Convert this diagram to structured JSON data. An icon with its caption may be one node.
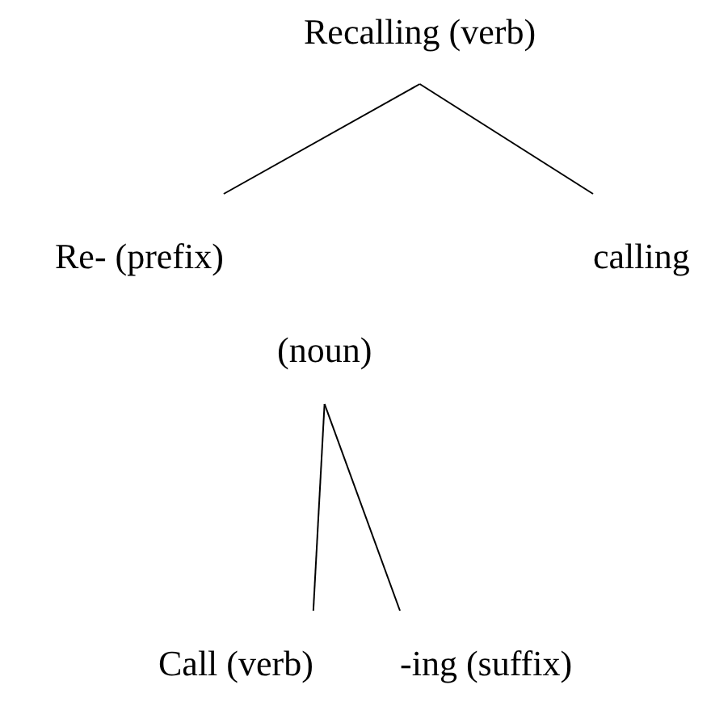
{
  "diagram": {
    "nodes": [
      {
        "text": [
          "Recalling (verb)"
        ]
      },
      {
        "text": [
          "Re- (prefix)"
        ]
      },
      {
        "text": [
          "calling"
        ]
      },
      {
        "text": [
          "(noun)"
        ]
      },
      {
        "text": [
          "Call (verb)"
        ]
      },
      {
        "text": [
          "-ing (suffix)"
        ]
      }
    ],
    "edges": [
      {
        "from": 0,
        "to": 1,
        "arrow": "none"
      },
      {
        "from": 0,
        "to": 2,
        "arrow": "none"
      },
      {
        "from": 3,
        "to": 4,
        "arrow": "none"
      },
      {
        "from": 3,
        "to": 5,
        "arrow": "none"
      }
    ]
  }
}
